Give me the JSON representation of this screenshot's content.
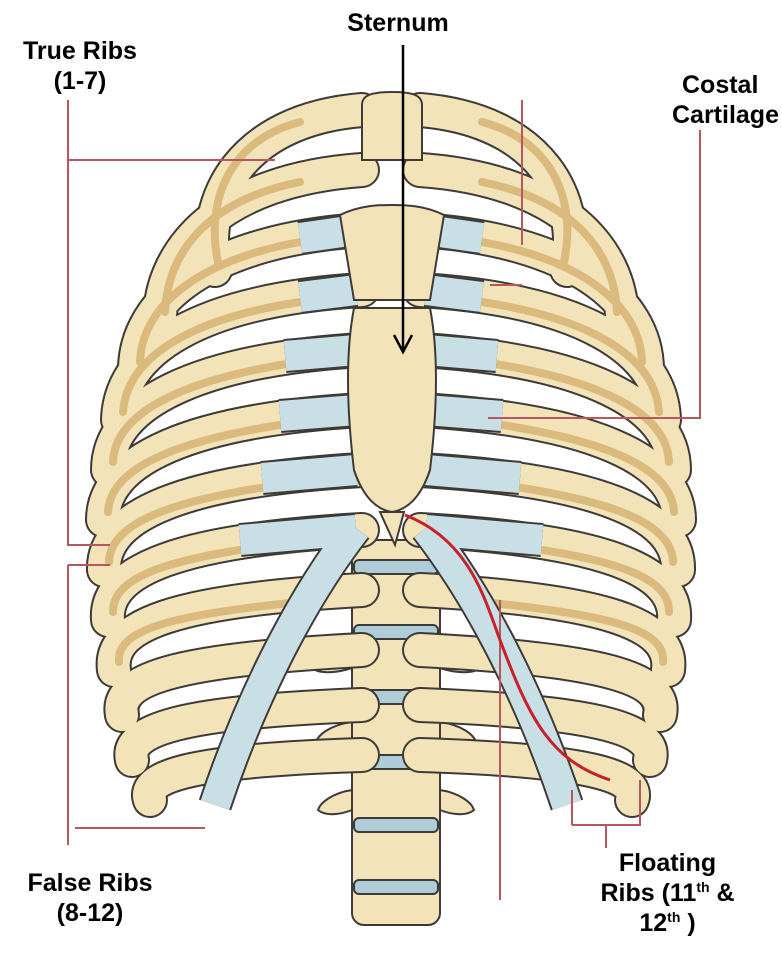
{
  "labels": {
    "sternum": "Sternum",
    "true_ribs": {
      "line1": "True Ribs",
      "line2": "(1-7)"
    },
    "costal_cartilage": {
      "line1": "Costal",
      "line2": "Cartilage"
    },
    "false_ribs": {
      "line1": "False Ribs",
      "line2": "(8-12)"
    },
    "floating_ribs": {
      "line1": "Floating",
      "line2_pre": "Ribs (11",
      "line2_sup": "th",
      "line2_post": " &",
      "line3_pre": "12",
      "line3_sup": "th",
      "line3_post": " )"
    }
  },
  "colors": {
    "bone": "#f3e3b8",
    "bone_shadow": "#c89a4e",
    "outline": "#3d3a37",
    "cartilage": "#c9dfe6",
    "vertebral_disc": "#aecdd8",
    "leader_line": "#b5575f",
    "red_line": "#c8202a",
    "arrow": "#000000"
  }
}
